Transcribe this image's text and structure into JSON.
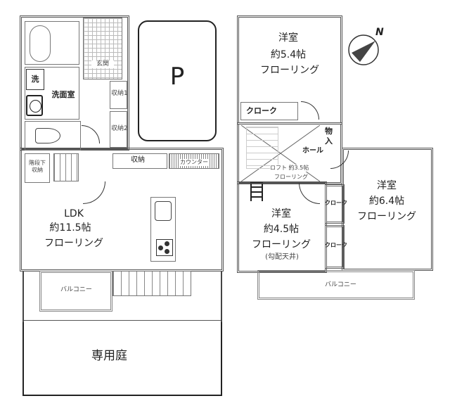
{
  "floor1": {
    "bath_label": "",
    "entrance": "玄関",
    "washroom": "洗面室",
    "washer": "洗",
    "storage1": "収納1",
    "storage2": "収納2",
    "under_stairs_storage": "階段下\n収納",
    "storage": "収納",
    "counter": "カウンター",
    "ldk": {
      "name": "LDK",
      "size": "約11.5帖",
      "floor": "フローリング"
    },
    "balcony": "バルコニー",
    "private_garden": "専用庭",
    "parking": "P"
  },
  "floor2": {
    "room_north": {
      "name": "洋室",
      "size": "約5.4帖",
      "floor": "フローリング"
    },
    "cloak_north": "クローク",
    "storeroom": "物\n入",
    "hall": "ホール",
    "loft": {
      "name": "ロフト 約3.5帖",
      "floor": "フローリング"
    },
    "room_west": {
      "name": "洋室",
      "size": "約4.5帖",
      "floor": "フローリング",
      "note": "(勾配天井)"
    },
    "cloak_1": "クローク",
    "cloak_2": "クローク",
    "room_east": {
      "name": "洋室",
      "size": "約6.4帖",
      "floor": "フローリング"
    },
    "balcony": "バルコニー"
  },
  "compass": {
    "label": "N"
  }
}
